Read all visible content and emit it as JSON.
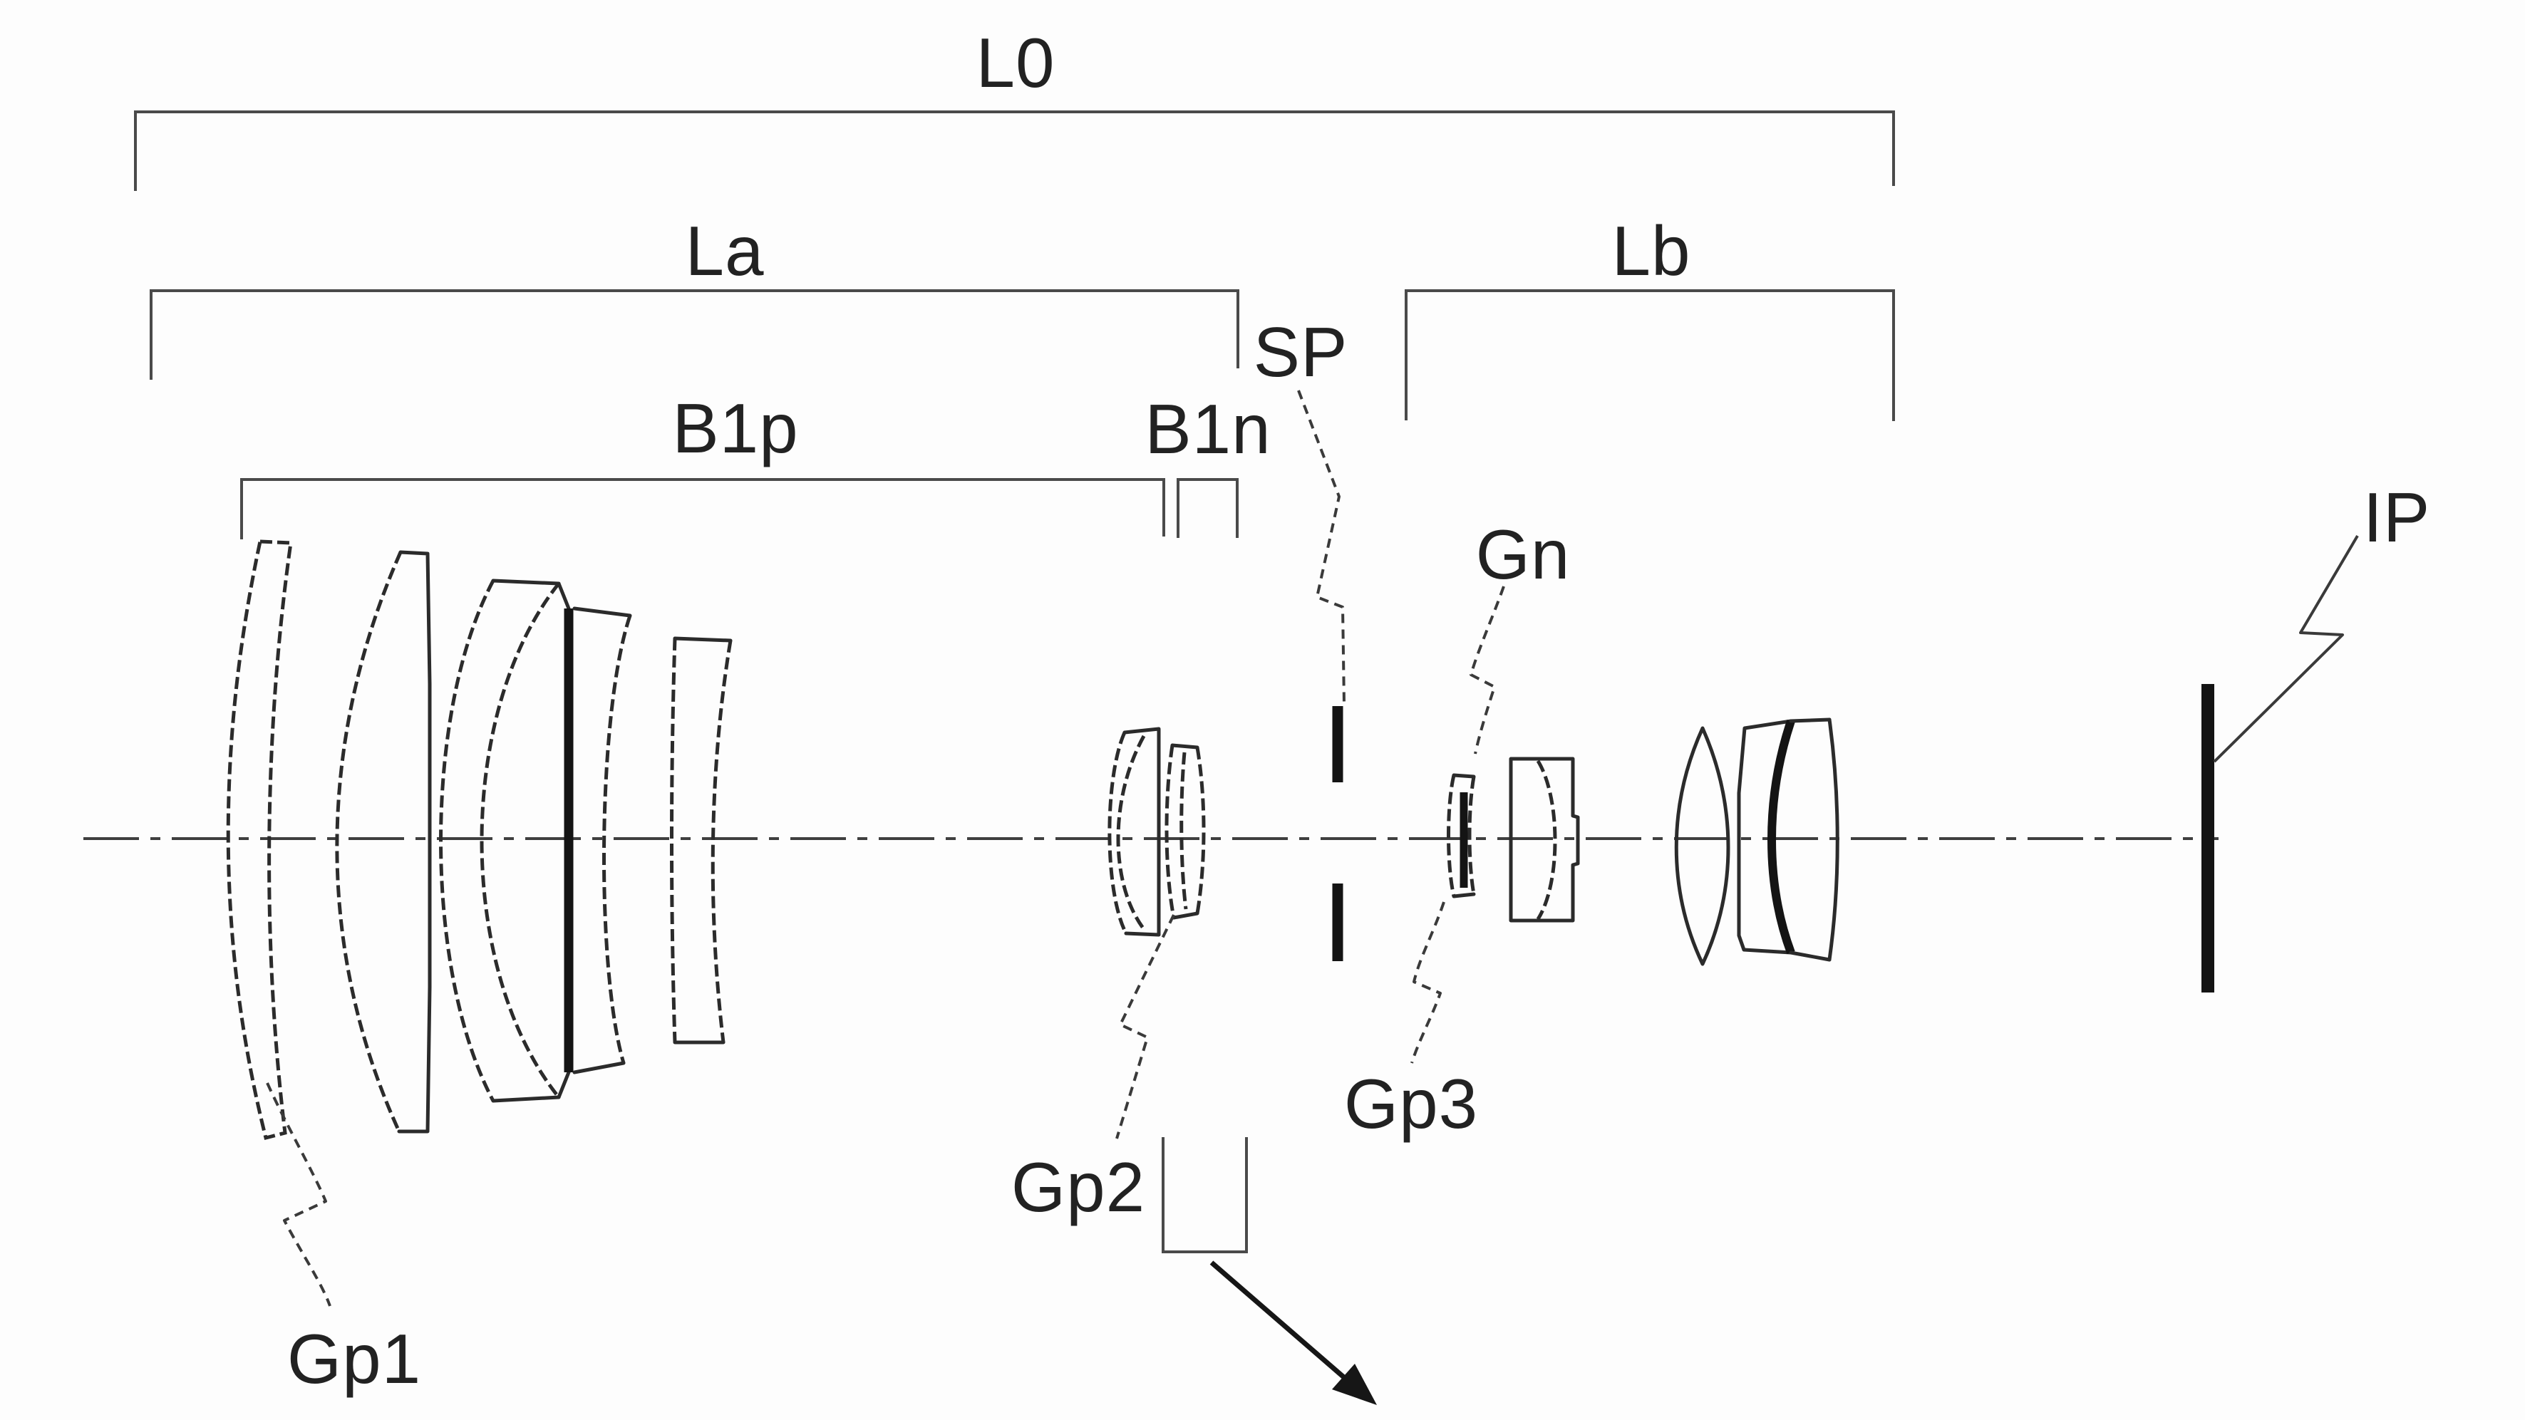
{
  "figure": {
    "background": "#fdfdfd",
    "labels": {
      "l0": "L0",
      "la": "La",
      "lb": "Lb",
      "b1p": "B1p",
      "b1n": "B1n",
      "sp": "SP",
      "gn": "Gn",
      "ip": "IP",
      "gp1": "Gp1",
      "gp2": "Gp2",
      "gp3": "Gp3"
    },
    "icons": {
      "movement_arrow": "arrow-down-right"
    },
    "colors": {
      "outline": "#2b2b2b",
      "bracket": "#4a4a4a",
      "bold_feature": "#141414",
      "leader": "#3a3a3a",
      "text": "#222222",
      "background": "#fdfdfd"
    }
  }
}
